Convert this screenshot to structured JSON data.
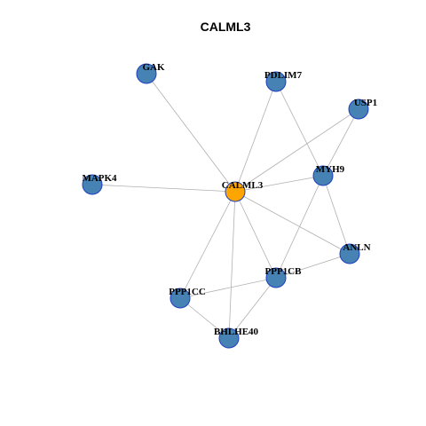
{
  "title": "CALML3",
  "colors": {
    "hub_fill": "#FFA500",
    "hub_stroke": "#1F3FBF",
    "node_fill": "#4682B4",
    "node_stroke": "#1F3FBF",
    "edge": "#B0B0B0"
  },
  "nodes": [
    {
      "id": "CALML3",
      "label": "CALML3",
      "hub": true
    },
    {
      "id": "GAK",
      "label": "GAK"
    },
    {
      "id": "PDLIM7",
      "label": "PDLIM7"
    },
    {
      "id": "USP1",
      "label": "USP1"
    },
    {
      "id": "MAPK4",
      "label": "MAPK4"
    },
    {
      "id": "MYH9",
      "label": "MYH9"
    },
    {
      "id": "ANLN",
      "label": "ANLN"
    },
    {
      "id": "PPP1CB",
      "label": "PPP1CB"
    },
    {
      "id": "PPP1CC",
      "label": "PPP1CC"
    },
    {
      "id": "BHLHE40",
      "label": "BHLHE40"
    }
  ],
  "edges": [
    [
      "CALML3",
      "GAK"
    ],
    [
      "CALML3",
      "PDLIM7"
    ],
    [
      "CALML3",
      "USP1"
    ],
    [
      "CALML3",
      "MAPK4"
    ],
    [
      "CALML3",
      "MYH9"
    ],
    [
      "CALML3",
      "ANLN"
    ],
    [
      "CALML3",
      "PPP1CB"
    ],
    [
      "CALML3",
      "PPP1CC"
    ],
    [
      "CALML3",
      "BHLHE40"
    ],
    [
      "PDLIM7",
      "MYH9"
    ],
    [
      "USP1",
      "MYH9"
    ],
    [
      "MYH9",
      "ANLN"
    ],
    [
      "MYH9",
      "PPP1CB"
    ],
    [
      "ANLN",
      "PPP1CB"
    ],
    [
      "PPP1CB",
      "PPP1CC"
    ],
    [
      "PPP1CB",
      "BHLHE40"
    ],
    [
      "PPP1CC",
      "BHLHE40"
    ]
  ]
}
